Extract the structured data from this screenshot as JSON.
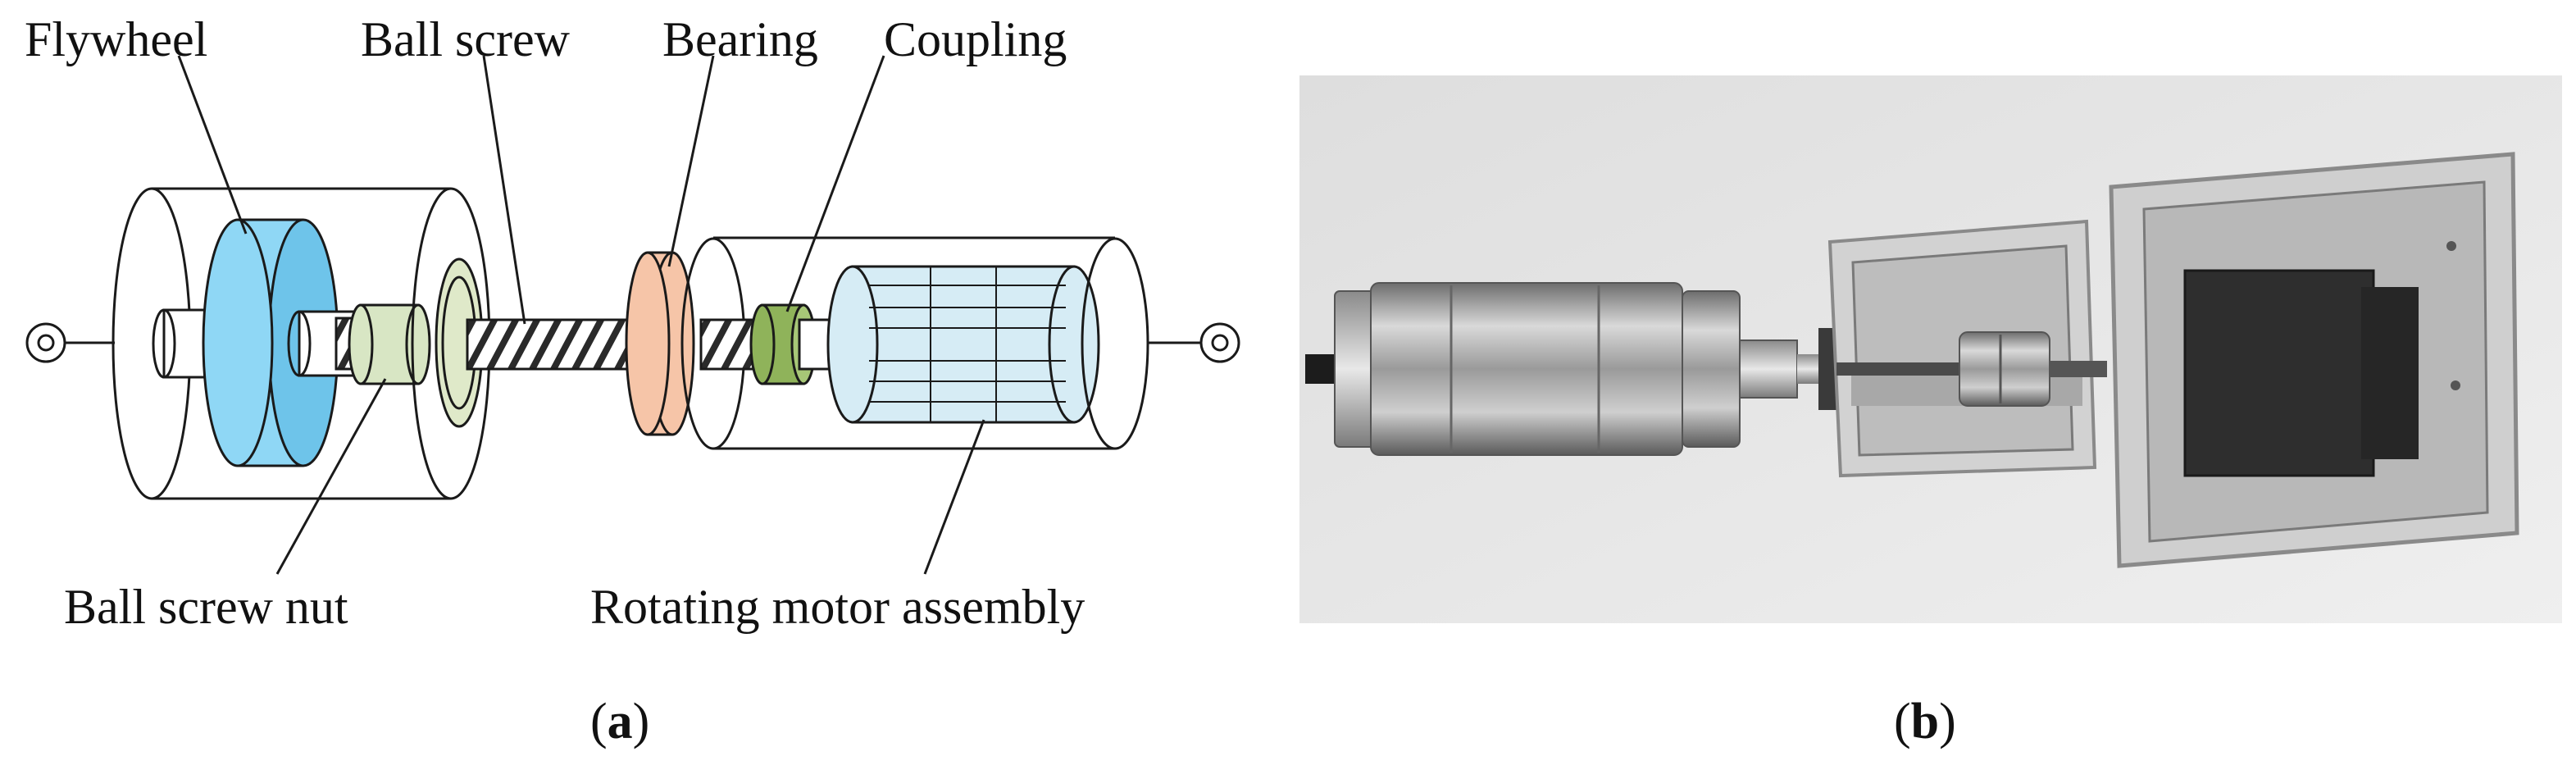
{
  "panel_a": {
    "labels": {
      "flywheel": "Flywheel",
      "ball_screw": "Ball screw",
      "bearing": "Bearing",
      "coupling": "Coupling",
      "ball_screw_nut": "Ball screw nut",
      "rotating_motor_assembly": "Rotating motor assembly"
    },
    "caption": {
      "open": "(",
      "letter": "a",
      "close": ")"
    }
  },
  "panel_b": {
    "caption": {
      "open": "(",
      "letter": "b",
      "close": ")"
    }
  },
  "colors": {
    "flywheel": "#8fd7f5",
    "flywheel_dark": "#6ec4ea",
    "nut": "#d8e6c4",
    "bearing": "#f6c5a8",
    "coupling": "#8fb35a",
    "motor": "#d6ecf5",
    "line": "#1a1a1a",
    "photo_bg": "#e6e6e6"
  }
}
